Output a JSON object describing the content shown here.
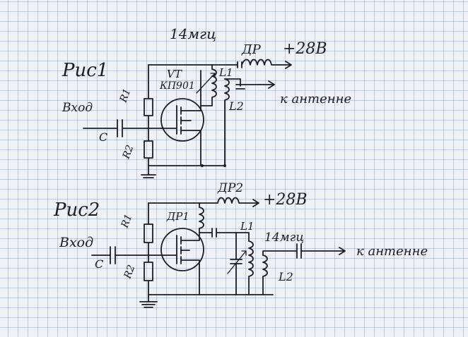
{
  "fig1": {
    "title": "Рис1",
    "freq": "14мгц",
    "choke": "ДР",
    "supply": "+28В",
    "transistor": "VT",
    "transistor_type": "КП901",
    "input": "Вход",
    "cap": "С",
    "r1": "R1",
    "r2": "R2",
    "l1": "L1",
    "l2": "L2",
    "antenna": "к антенне"
  },
  "fig2": {
    "title": "Рис2",
    "choke": "ДР2",
    "supply": "+28В",
    "choke1": "ДР1",
    "input": "Вход",
    "cap": "С",
    "r1": "R1",
    "r2": "R2",
    "l1": "L1",
    "freq": "14мгц",
    "l2": "L2",
    "antenna": "к антенне"
  }
}
